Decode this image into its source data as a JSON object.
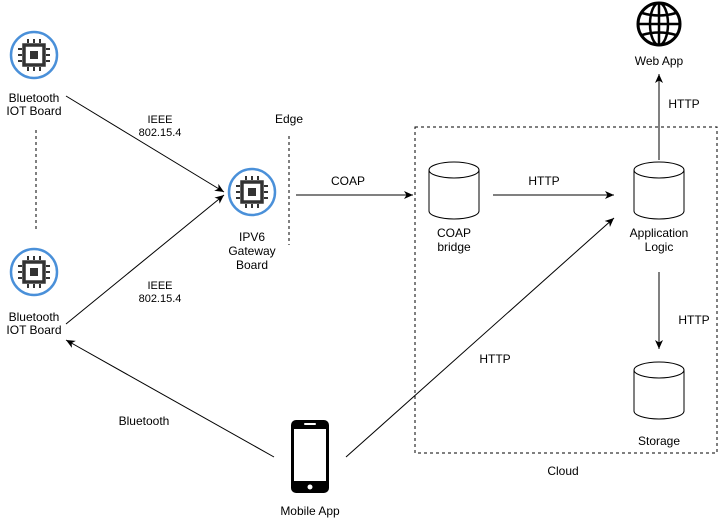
{
  "nodes": {
    "bt_board_top": {
      "line1": "Bluetooth",
      "line2": "IOT Board"
    },
    "bt_board_bottom": {
      "line1": "Bluetooth",
      "line2": "IOT Board"
    },
    "gateway": {
      "line1": "IPV6",
      "line2": "Gateway",
      "line3": "Board"
    },
    "coap_bridge": {
      "line1": "COAP",
      "line2": "bridge"
    },
    "app_logic": {
      "line1": "Application",
      "line2": "Logic"
    },
    "web_app": {
      "label": "Web App"
    },
    "storage": {
      "label": "Storage"
    },
    "mobile_app": {
      "label": "Mobile App"
    }
  },
  "edges": {
    "top_link": {
      "line1": "IEEE",
      "line2": "802.15.4"
    },
    "bottom_link": {
      "line1": "IEEE",
      "line2": "802.15.4"
    },
    "gateway_to_bridge": "COAP",
    "bridge_to_logic": "HTTP",
    "logic_to_web": "HTTP",
    "logic_to_storage": "HTTP",
    "mobile_to_logic": "HTTP",
    "mobile_to_board": "Bluetooth"
  },
  "regions": {
    "edge": "Edge",
    "cloud": "Cloud"
  },
  "icons": {
    "chip": "chip-icon",
    "globe": "globe-icon",
    "phone": "smartphone-icon",
    "database": "database-icon"
  },
  "colors": {
    "chip_ring": "#4a90d9",
    "chip_body": "#333333"
  }
}
